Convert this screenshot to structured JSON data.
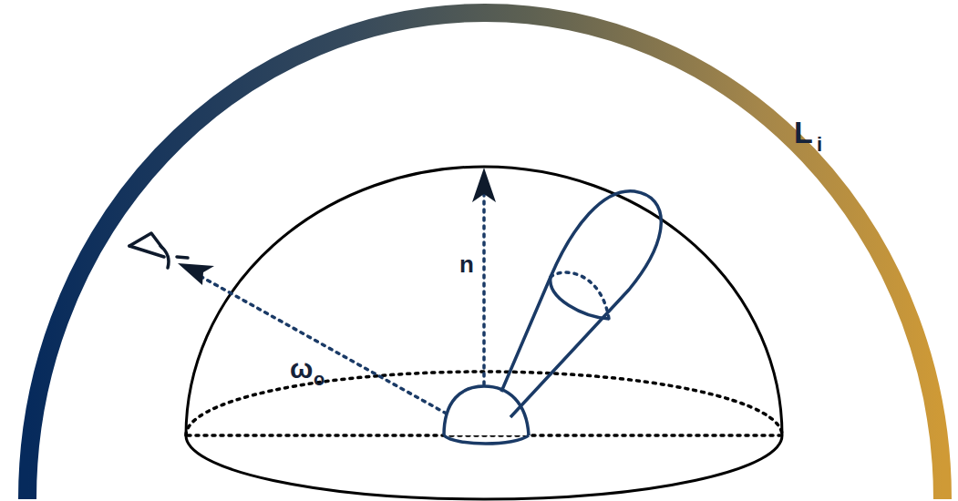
{
  "diagram": {
    "labels": [
      "L",
      "i",
      "n",
      "ω",
      "o"
    ]
  }
}
